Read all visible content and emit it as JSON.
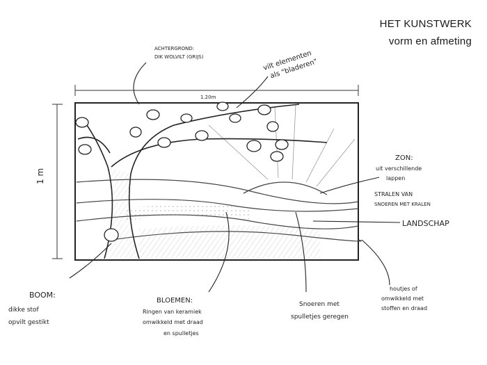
{
  "heading": {
    "line1": "HET KUNSTWERK",
    "line2": "vorm en afmeting"
  },
  "dimensions": {
    "width": "1.20m",
    "height": "1 m"
  },
  "annotations": {
    "achtergrond": [
      "ACHTERGROND:",
      "DIK WOLVILT (GRIJS)"
    ],
    "vilt": [
      "vilt elementen",
      "als \"bladeren\""
    ],
    "zon": [
      "ZON:",
      "uit verschillende",
      "lappen",
      "STRALEN VAN",
      "SNOEREN MET KRALEN"
    ],
    "landschap": [
      "LANDSCHAP"
    ],
    "boom": [
      "BOOM:",
      "dikke stof",
      "opvilt gestikt"
    ],
    "bloemen": [
      "BLOEMEN:",
      "Ringen van keramiek",
      "omwikkeld met draad",
      "en spulletjes"
    ],
    "snoeren": [
      "Snoeren met",
      "spulletjes geregen"
    ],
    "houtjes": [
      "houtjes of",
      "omwikkeld met",
      "stoffen en draad"
    ]
  },
  "colors": {
    "ink": "#222222",
    "pencil": "#777777",
    "paper": "#ffffff"
  }
}
